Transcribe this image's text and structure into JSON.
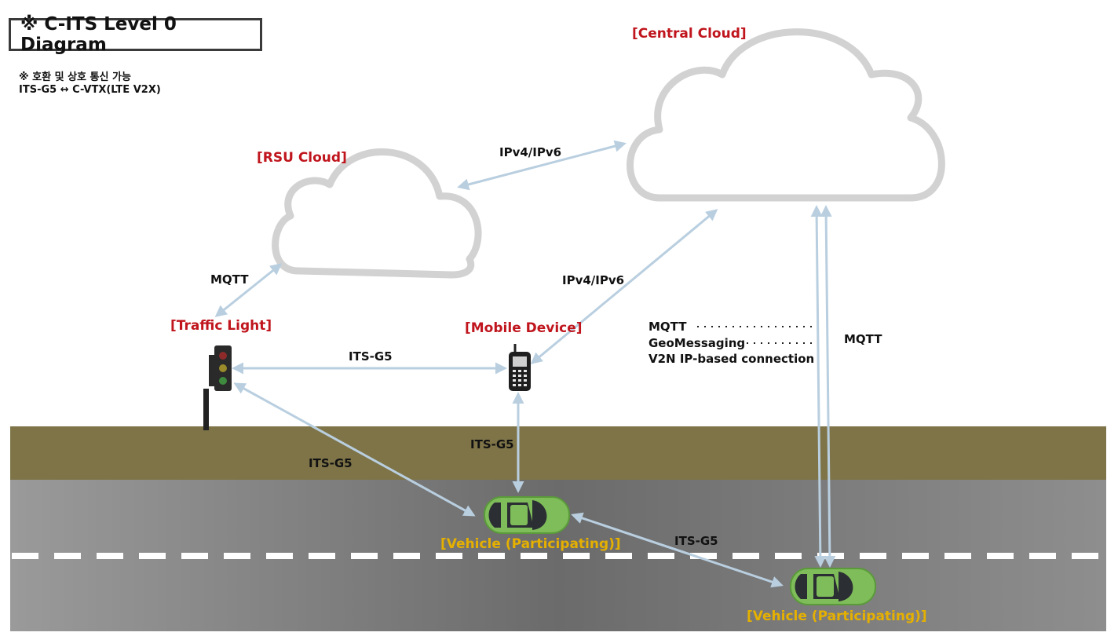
{
  "title": "※ C-ITS Level 0 Diagram",
  "note": {
    "line1": "※ 호환 및 상호 통신 가능",
    "line2": "ITS-G5 ↔ C-VTX(LTE V2X)"
  },
  "nodes": {
    "central_cloud": "[Central Cloud]",
    "rsu_cloud": "[RSU Cloud]",
    "traffic_light": "[Traffic Light]",
    "mobile_device": "[Mobile Device]",
    "vehicle_1": "[Vehicle (Participating)]",
    "vehicle_2": "[Vehicle (Participating)]"
  },
  "links": {
    "rsu_central": "IPv4/IPv6",
    "mobile_central": "IPv4/IPv6",
    "light_rsu": "MQTT",
    "light_mobile": "ITS-G5",
    "mobile_vehicle": "ITS-G5",
    "light_vehicle": "ITS-G5",
    "vehicle_vehicle": "ITS-G5",
    "central_vehicle": "MQTT"
  },
  "protocol_list": {
    "item1": "MQTT",
    "item2": "GeoMessaging",
    "item3": "V2N IP-based connection"
  },
  "colors": {
    "node_label": "#c0151d",
    "vehicle_label": "#e5b000",
    "arrow": "#b9cfe0",
    "cloud_outline": "#cfcfcf",
    "road": "#6f6f6f",
    "sidewalk": "#7e7448",
    "car": "#7fbd5a"
  }
}
